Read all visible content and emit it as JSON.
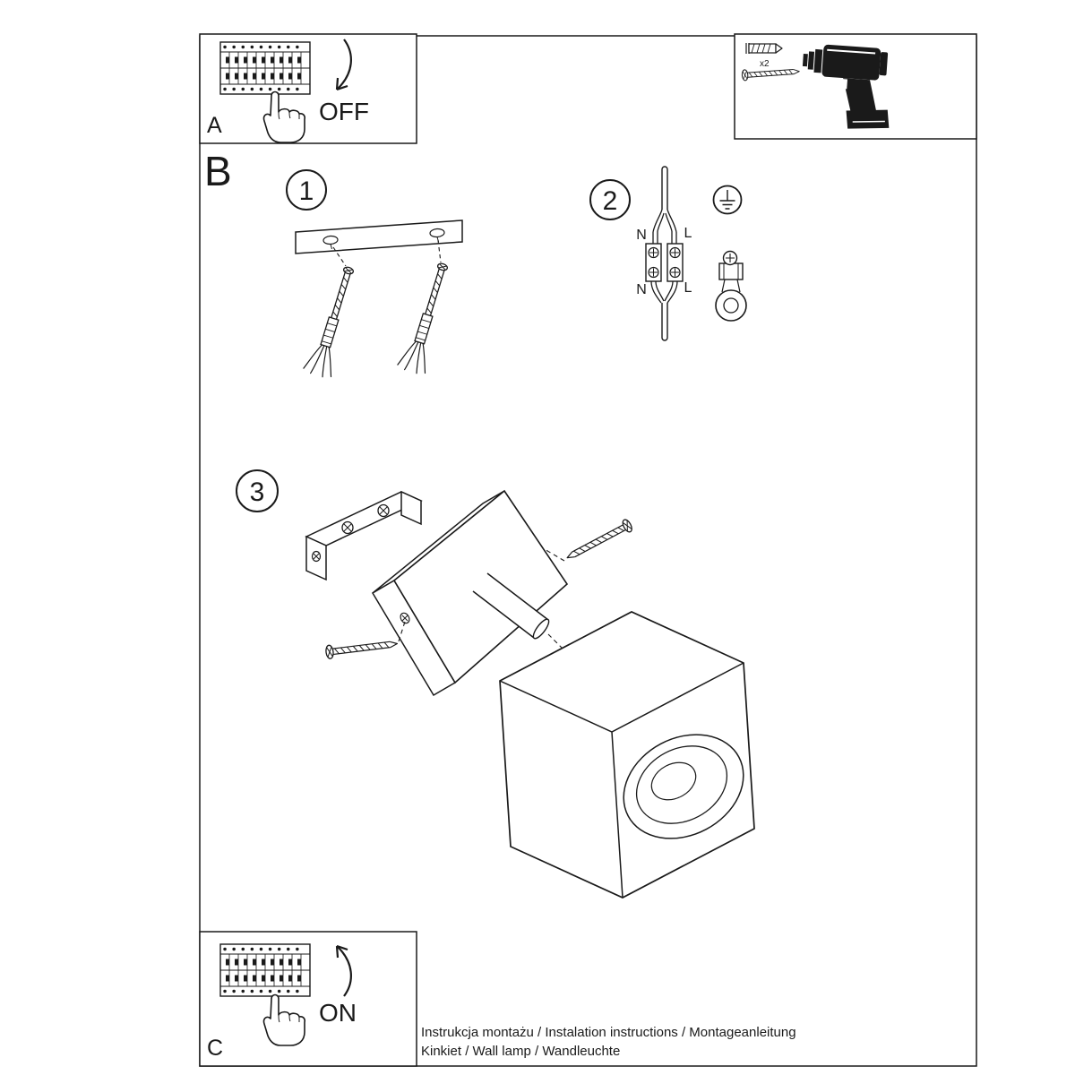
{
  "panel_a": {
    "label": "A",
    "state": "OFF"
  },
  "panel_c": {
    "label": "C",
    "state": "ON"
  },
  "section_label": "B",
  "steps": {
    "s1": "1",
    "s2": "2",
    "s3": "3"
  },
  "wiring": {
    "n_top": "N",
    "l_top": "L",
    "n_bot": "N",
    "l_bot": "L"
  },
  "hardware": {
    "plug_qty": "x2"
  },
  "footer": {
    "line1": "Instrukcja montażu / Instalation instructions / Montageanleitung",
    "line2": "Kinkiet / Wall lamp / Wandleuchte"
  }
}
